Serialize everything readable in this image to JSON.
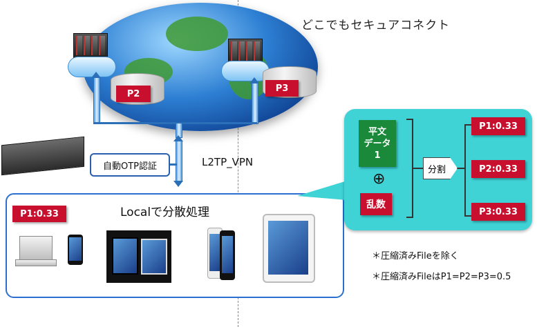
{
  "header": {
    "title": "どこでもセキュアコネクト"
  },
  "storage": {
    "p2_label": "P2",
    "p3_label": "P3"
  },
  "network": {
    "otp_label": "自動OTP認証",
    "vpn_label": "L2TP_VPN"
  },
  "local": {
    "title": "Localで分散処理",
    "flag_label": "P1:0.33"
  },
  "split": {
    "plaintext_line1": "平文",
    "plaintext_line2": "データ",
    "plaintext_line3": "1",
    "xor_symbol": "⊕",
    "random_label": "乱数",
    "split_label": "分割",
    "parts": [
      "P1:0.33",
      "P2:0.33",
      "P3:0.33"
    ]
  },
  "notes": [
    "＊圧縮済みFileを除く",
    "＊圧縮済みFileはP1=P2=P3=0.5"
  ],
  "colors": {
    "flag_red": "#c8102e",
    "callout_cyan": "#3fd3d6",
    "doc_green": "#1a8a3a",
    "pipe_blue": "#2a6fb8"
  }
}
